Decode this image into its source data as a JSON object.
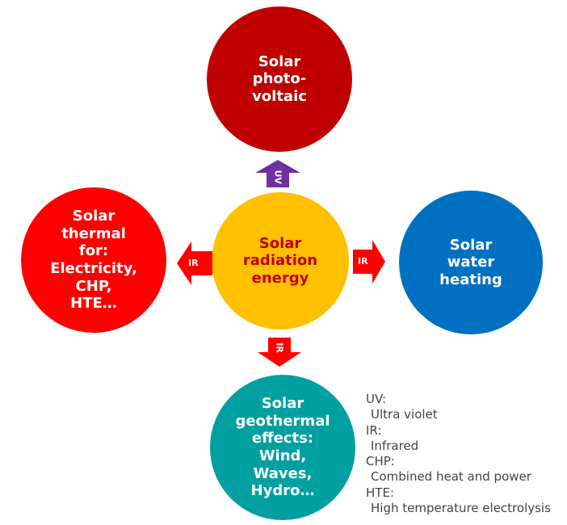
{
  "nodes": {
    "center": {
      "label": "Solar\nradiation\nenergy",
      "color": "#ffc000",
      "text_color": "#c00000"
    },
    "top": {
      "label": "Solar\nphoto-\nvoltaic",
      "color": "#c00000"
    },
    "left": {
      "label": "Solar\nthermal\nfor:\nElectricity,\nCHP,\nHTE…",
      "color": "#ff0000"
    },
    "right": {
      "label": "Solar\nwater\nheating",
      "color": "#0070c0"
    },
    "bottom": {
      "label": "Solar\ngeothermal\neffects:\nWind,\nWaves,\nHydro…",
      "color": "#00a0a0"
    }
  },
  "arrows": {
    "up": {
      "label": "UV",
      "color": "#7030a0"
    },
    "left": {
      "label": "IR",
      "color": "#ff0000"
    },
    "right": {
      "label": "IR",
      "color": "#ff0000"
    },
    "down": {
      "label": "IR",
      "color": "#ff0000"
    }
  },
  "legend": [
    {
      "term": "UV:",
      "definition": "Ultra violet"
    },
    {
      "term": "IR:",
      "definition": "Infrared"
    },
    {
      "term": "CHP:",
      "definition": "Combined heat and power"
    },
    {
      "term": "HTE:",
      "definition": "High temperature electrolysis"
    }
  ]
}
